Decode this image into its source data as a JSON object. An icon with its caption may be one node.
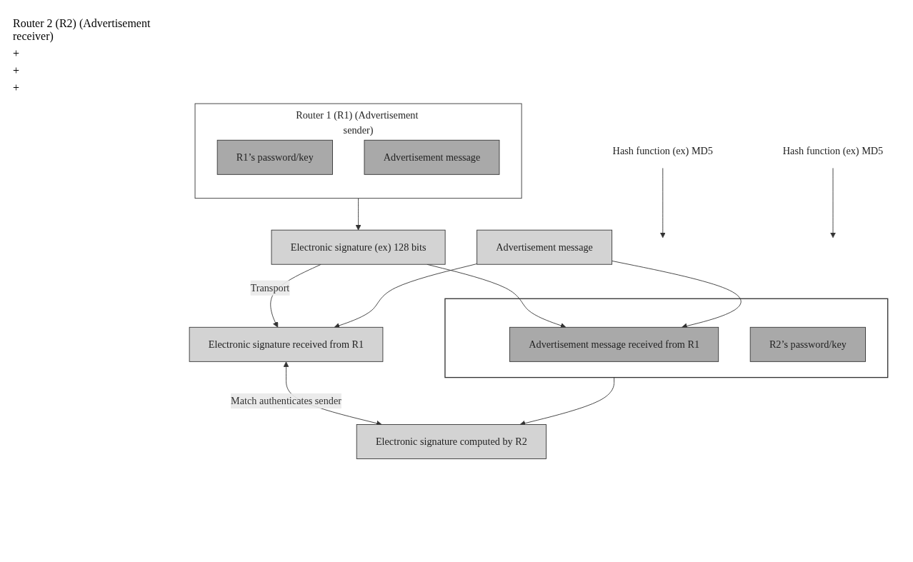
{
  "diagram": {
    "nodes": [
      {
        "text": [
          "Router 1 (R1) (Advertisement sender)"
        ]
      },
      {
        "text": [
          "R1’s password/key"
        ],
        "in": 0
      },
      {
        "text": [
          "Advertisement message"
        ],
        "in": 0
      },
      {
        "text": [
          "Hash function (ex) MD5"
        ]
      },
      {
        "text": [
          "Electronic signature (ex) 128 bits"
        ]
      },
      {
        "text": [
          "Advertisement message"
        ]
      },
      {
        "text": [
          "Electronic signature received from R1"
        ]
      },
      {
        "text": [
          "Electronic signature computed by R2"
        ]
      },
      {
        "text": [],
        "shape": "box"
      },
      {
        "text": [
          "Advertisement message received from R1"
        ],
        "in": 8
      },
      {
        "text": [
          "R2’s password/key"
        ],
        "in": 8
      },
      {
        "text": [
          "Hash function (ex) MD5"
        ]
      }
    ],
    "edges": [
      {
        "from": 0,
        "to": 4,
        "arrow": "to"
      },
      {
        "from": 3,
        "to": null,
        "arrow": "to"
      },
      {
        "from": 4,
        "to": 6,
        "arrow": "to",
        "label": "Transport"
      },
      {
        "from": 4,
        "to": 9,
        "arrow": "to"
      },
      {
        "from": 5,
        "to": 6,
        "arrow": "to"
      },
      {
        "from": 5,
        "to": 9,
        "arrow": "to"
      },
      {
        "from": 6,
        "to": 7,
        "arrow": "both",
        "label": "Match authenticates sender"
      },
      {
        "from": 8,
        "to": 7,
        "arrow": "to"
      },
      {
        "from": 11,
        "to": null,
        "arrow": "to"
      }
    ],
    "labels": [
      "Router 2 (R2) (Advertisement receiver)",
      "+",
      "+",
      "+"
    ]
  }
}
